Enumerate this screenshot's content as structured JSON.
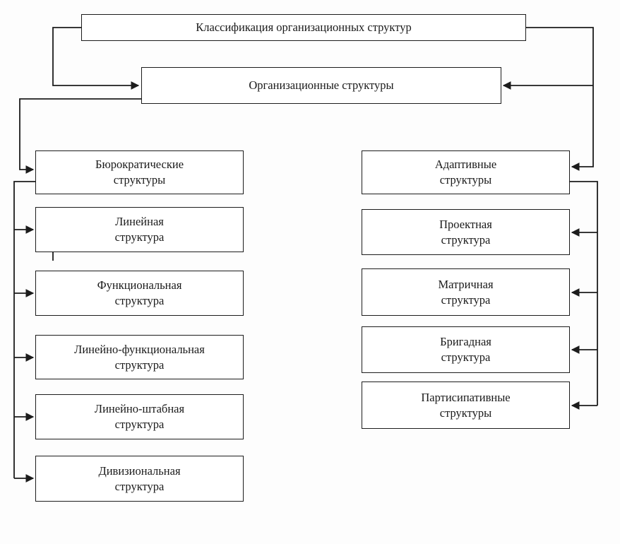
{
  "diagram": {
    "title_box": "Классификация организационных структур",
    "root_box": "Организационные структуры",
    "left_column": {
      "header": "Бюрократические\nструктуры",
      "items": [
        "Линейная\nструктура",
        "Функциональная\nструктура",
        "Линейно-функциональная\nструктура",
        "Линейно-штабная\nструктура",
        "Дивизиональная\nструктура"
      ]
    },
    "right_column": {
      "header": "Адаптивные\nструктуры",
      "items": [
        "Проектная\nструктура",
        "Матричная\nструктура",
        "Бригадная\nструктура",
        "Партисипативные\nструктуры"
      ]
    },
    "colors": {
      "line": "#1c1c1c",
      "box_border": "#1c1c1c",
      "box_fill": "#ffffff",
      "text": "#1a1a1a",
      "background": "#fdfdfd"
    }
  }
}
